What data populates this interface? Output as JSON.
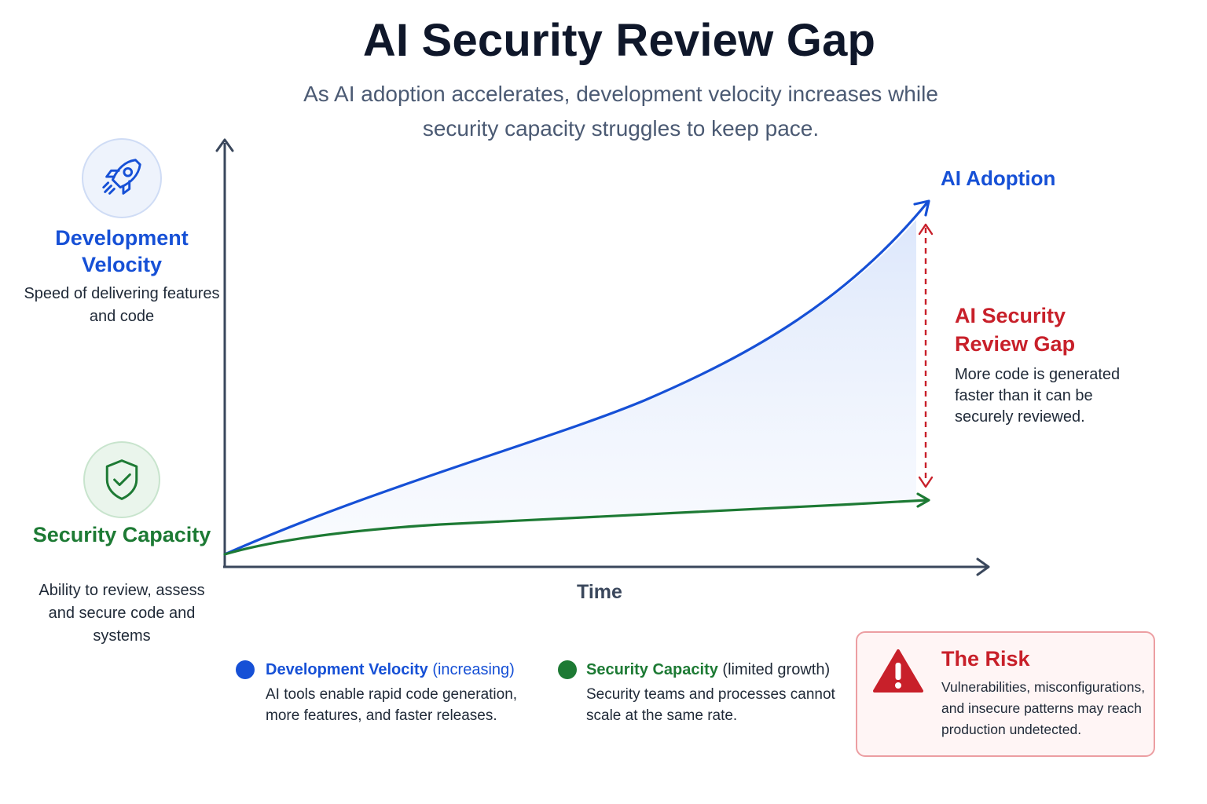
{
  "header": {
    "title": "AI Security Review Gap",
    "subtitle": "As AI adoption accelerates, development velocity increases while security capacity struggles to keep pace."
  },
  "side": {
    "velocity": {
      "icon": "rocket-icon",
      "title": "Development Velocity",
      "description": "Speed of delivering features and code"
    },
    "security": {
      "icon": "shield-check-icon",
      "title": "Security Capacity",
      "description": "Ability to review, assess and secure code and systems"
    }
  },
  "chart": {
    "x_axis_label": "Time",
    "top_curve_label": "AI Adoption",
    "gap": {
      "title": "AI Security Review Gap",
      "description": "More code is generated faster than it can be securely reviewed."
    }
  },
  "legend": {
    "velocity": {
      "name": "Development Velocity",
      "qualifier": "(increasing)",
      "description": "AI tools enable rapid code generation, more features, and faster releases."
    },
    "security": {
      "name": "Security Capacity",
      "qualifier": "(limited growth)",
      "description": "Security teams and processes cannot scale at the same rate."
    }
  },
  "risk": {
    "icon": "warning-icon",
    "title": "The Risk",
    "description": "Vulnerabilities, misconfigurations, and insecure patterns may reach production undetected."
  },
  "colors": {
    "velocity": "#1650d6",
    "security": "#1d7a34",
    "risk": "#c8202a",
    "axis": "#3a475c"
  }
}
